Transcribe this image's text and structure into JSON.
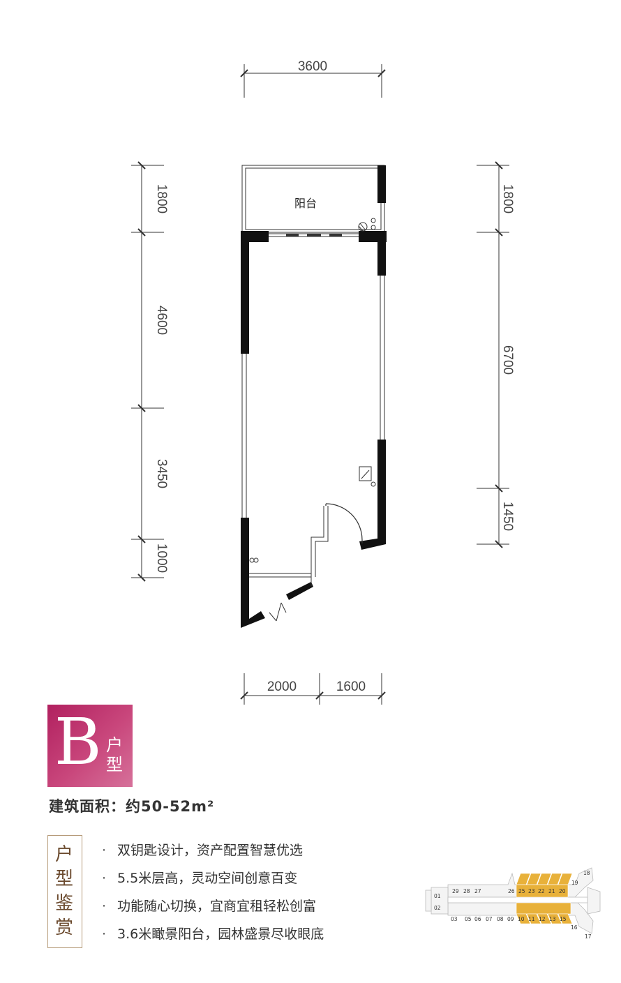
{
  "dimensions": {
    "top": "3600",
    "left": [
      "1800",
      "4600",
      "3450",
      "1000"
    ],
    "right": [
      "1800",
      "6700",
      "1450"
    ],
    "bottom": [
      "2000",
      "1600"
    ]
  },
  "rooms": {
    "balcony": "阳台"
  },
  "unit_badge": {
    "letter": "B",
    "word": "户型"
  },
  "area_text": "建筑面积：约50-52m²",
  "section_label": "户型鉴赏",
  "features": [
    "双钥匙设计，资产配置智慧优选",
    "5.5米层高，灵动空间创意百变",
    "功能随心切换，宜商宜租轻松创富",
    "3.6米瞰景阳台，园林盛景尽收眼底"
  ],
  "bullet": "·",
  "site_plan": {
    "highlight_color": "#E8B13A",
    "units_top_left": [
      "29",
      "28",
      "27"
    ],
    "units_top_highlighted": [
      "25",
      "23",
      "22",
      "21",
      "20"
    ],
    "unit_top_26": "26",
    "units_bottom_left": [
      "03",
      "05",
      "06",
      "07",
      "08",
      "09"
    ],
    "units_bottom_highlighted": [
      "10",
      "11",
      "12",
      "13",
      "15"
    ],
    "unit_left": [
      "01",
      "02"
    ],
    "units_right": [
      "18",
      "19",
      "16",
      "17"
    ]
  }
}
